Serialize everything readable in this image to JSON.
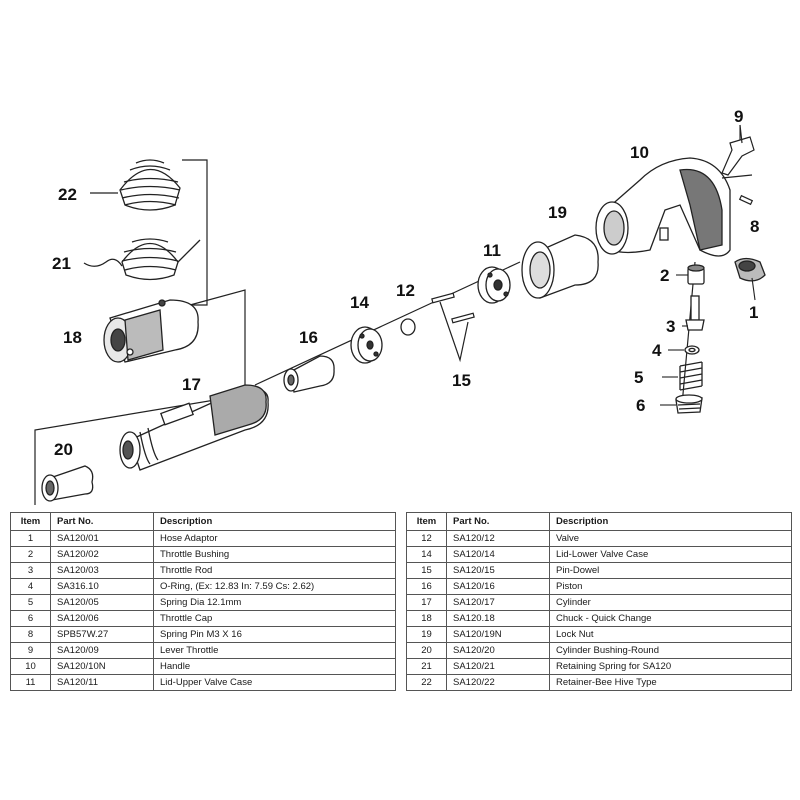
{
  "callouts": {
    "n1": "1",
    "n2": "2",
    "n3": "3",
    "n4": "4",
    "n5": "5",
    "n6": "6",
    "n8": "8",
    "n9": "9",
    "n10": "10",
    "n11": "11",
    "n12": "12",
    "n14": "14",
    "n15": "15",
    "n16": "16",
    "n17": "17",
    "n18": "18",
    "n19": "19",
    "n20": "20",
    "n21": "21",
    "n22": "22"
  },
  "table": {
    "headers": {
      "item": "Item",
      "part_no": "Part No.",
      "description": "Description"
    },
    "left": [
      {
        "item": "1",
        "part_no": "SA120/01",
        "description": "Hose Adaptor"
      },
      {
        "item": "2",
        "part_no": "SA120/02",
        "description": "Throttle Bushing"
      },
      {
        "item": "3",
        "part_no": "SA120/03",
        "description": "Throttle Rod"
      },
      {
        "item": "4",
        "part_no": "SA316.10",
        "description": "O-Ring, (Ex: 12.83 In: 7.59 Cs: 2.62)"
      },
      {
        "item": "5",
        "part_no": "SA120/05",
        "description": "Spring Dia 12.1mm"
      },
      {
        "item": "6",
        "part_no": "SA120/06",
        "description": "Throttle Cap"
      },
      {
        "item": "8",
        "part_no": "SPB57W.27",
        "description": "Spring Pin M3 X 16"
      },
      {
        "item": "9",
        "part_no": "SA120/09",
        "description": "Lever Throttle"
      },
      {
        "item": "10",
        "part_no": "SA120/10N",
        "description": "Handle"
      },
      {
        "item": "11",
        "part_no": "SA120/11",
        "description": "Lid-Upper Valve Case"
      }
    ],
    "right": [
      {
        "item": "12",
        "part_no": "SA120/12",
        "description": "Valve"
      },
      {
        "item": "14",
        "part_no": "SA120/14",
        "description": "Lid-Lower Valve Case"
      },
      {
        "item": "15",
        "part_no": "SA120/15",
        "description": "Pin-Dowel"
      },
      {
        "item": "16",
        "part_no": "SA120/16",
        "description": "Piston"
      },
      {
        "item": "17",
        "part_no": "SA120/17",
        "description": "Cylinder"
      },
      {
        "item": "18",
        "part_no": "SA120.18",
        "description": "Chuck - Quick Change"
      },
      {
        "item": "19",
        "part_no": "SA120/19N",
        "description": "Lock Nut"
      },
      {
        "item": "20",
        "part_no": "SA120/20",
        "description": "Cylinder Bushing-Round"
      },
      {
        "item": "21",
        "part_no": "SA120/21",
        "description": "Retaining Spring for SA120"
      },
      {
        "item": "22",
        "part_no": "SA120/22",
        "description": "Retainer-Bee Hive Type"
      }
    ]
  }
}
